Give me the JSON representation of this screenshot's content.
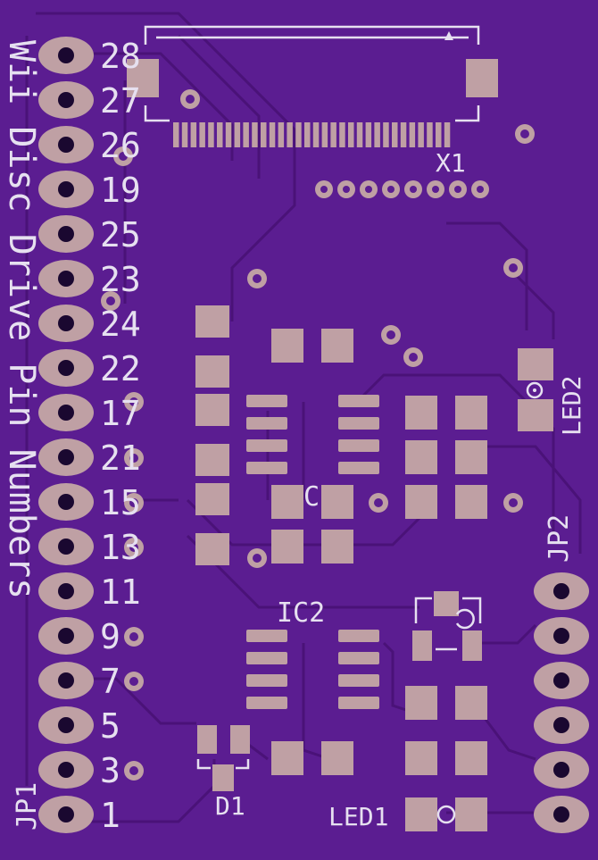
{
  "title_vertical": "Wii Disc Drive Pin Numbers",
  "jp1": {
    "label": "JP1",
    "pins": [
      "28",
      "27",
      "26",
      "19",
      "25",
      "23",
      "24",
      "22",
      "17",
      "21",
      "15",
      "13",
      "11",
      "9",
      "7",
      "5",
      "3",
      "1"
    ]
  },
  "jp2": {
    "label": "JP2"
  },
  "labels": {
    "x1": "X1",
    "ic1": "IC1",
    "ic2": "IC2",
    "d1": "D1",
    "led1": "LED1",
    "led2": "LED2"
  },
  "colors": {
    "board": "#5b1d91",
    "copper_pad": "#bfa0a4",
    "silkscreen": "#e6e0f0",
    "trace": "#4a1278"
  }
}
